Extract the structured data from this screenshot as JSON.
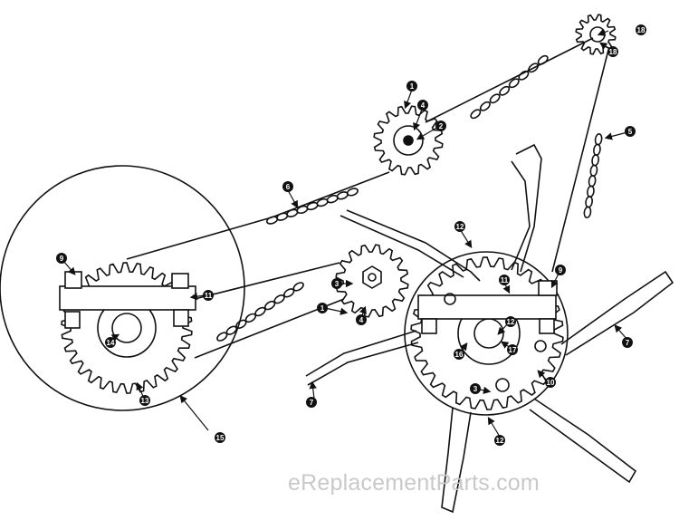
{
  "diagram": {
    "title": "",
    "callouts": [
      {
        "id": "c1a",
        "label": "1"
      },
      {
        "id": "c1b",
        "label": "1"
      },
      {
        "id": "c2",
        "label": "2"
      },
      {
        "id": "c3a",
        "label": "3"
      },
      {
        "id": "c3b",
        "label": "3"
      },
      {
        "id": "c4a",
        "label": "4"
      },
      {
        "id": "c4b",
        "label": "4"
      },
      {
        "id": "c5",
        "label": "5"
      },
      {
        "id": "c6",
        "label": "6"
      },
      {
        "id": "c7a",
        "label": "7"
      },
      {
        "id": "c7b",
        "label": "7"
      },
      {
        "id": "c9a",
        "label": "9"
      },
      {
        "id": "c9b",
        "label": "9"
      },
      {
        "id": "c10",
        "label": "10"
      },
      {
        "id": "c11a",
        "label": "11"
      },
      {
        "id": "c11b",
        "label": "11"
      },
      {
        "id": "c12a",
        "label": "12"
      },
      {
        "id": "c12b",
        "label": "12"
      },
      {
        "id": "c12c",
        "label": "12"
      },
      {
        "id": "c13",
        "label": "13"
      },
      {
        "id": "c14",
        "label": "14"
      },
      {
        "id": "c15",
        "label": "15"
      },
      {
        "id": "c16",
        "label": "16"
      },
      {
        "id": "c17",
        "label": "17"
      },
      {
        "id": "c18a",
        "label": "18"
      },
      {
        "id": "c18b",
        "label": "18"
      }
    ]
  },
  "watermark": "eReplacementParts.com"
}
